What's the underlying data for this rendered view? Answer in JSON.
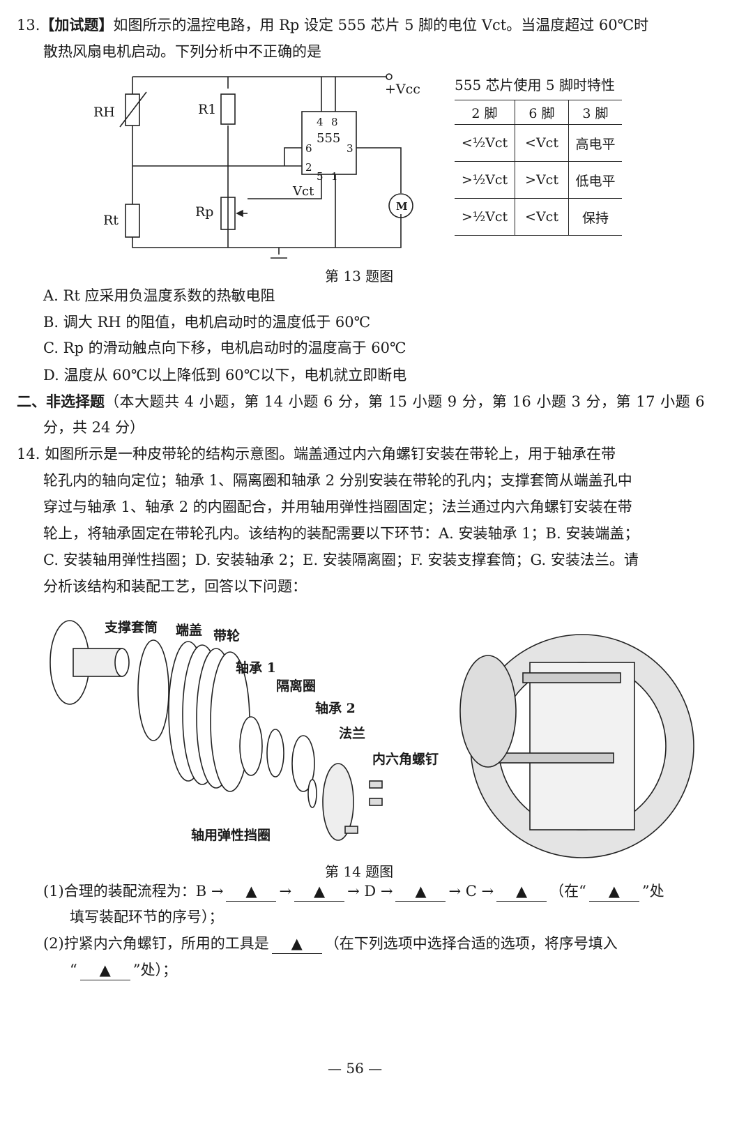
{
  "q13": {
    "number": "13.",
    "tag": "【加试题】",
    "line1": "如图所示的温控电路，用 Rp 设定 555 芯片 5 脚的电位 Vct。当温度超过 60℃时",
    "line2": "散热风扇电机启动。下列分析中不正确的是",
    "circuit": {
      "rh": "RH",
      "r1": "R1",
      "rt": "Rt",
      "rp": "Rp",
      "vcc": "+Vcc",
      "chip": "555",
      "pin4": "4",
      "pin8": "8",
      "pin6": "6",
      "pin2": "2",
      "pin3": "3",
      "pin5": "5",
      "pin1": "1",
      "vct": "Vct",
      "motor": "M"
    },
    "table": {
      "title": "555 芯片使用 5 脚时特性",
      "headers": [
        "2 脚",
        "6 脚",
        "3 脚"
      ],
      "rows": [
        [
          "<½Vct",
          "<Vct",
          "高电平"
        ],
        [
          ">½Vct",
          ">Vct",
          "低电平"
        ],
        [
          ">½Vct",
          "<Vct",
          "保持"
        ]
      ]
    },
    "caption": "第 13 题图",
    "options": [
      "A. Rt 应采用负温度系数的热敏电阻",
      "B. 调大 RH 的阻值，电机启动时的温度低于 60℃",
      "C. Rp 的滑动触点向下移，电机启动时的温度高于 60℃",
      "D. 温度从 60℃以上降低到 60℃以下，电机就立即断电"
    ]
  },
  "section2": {
    "title": "二、非选择题",
    "line1": "（本大题共 4 小题，第 14 小题 6 分，第 15 小题 9 分，第 16 小题 3 分，第 17 小题 6",
    "line2": "分，共 24 分）"
  },
  "q14": {
    "lines": [
      "14. 如图所示是一种皮带轮的结构示意图。端盖通过内六角螺钉安装在带轮上，用于轴承在带",
      "轮孔内的轴向定位；轴承 1、隔离圈和轴承 2 分别安装在带轮的孔内；支撑套筒从端盖孔中",
      "穿过与轴承 1、轴承 2 的内圈配合，并用轴用弹性挡圈固定；法兰通过内六角螺钉安装在带",
      "轮上，将轴承固定在带轮孔内。该结构的装配需要以下环节：A. 安装轴承 1；B. 安装端盖；",
      "C. 安装轴用弹性挡圈；D. 安装轴承 2；E. 安装隔离圈；F. 安装支撑套筒；G. 安装法兰。请",
      "分析该结构和装配工艺，回答以下问题："
    ],
    "labels": [
      "支撑套筒",
      "端盖",
      "带轮",
      "轴承 1",
      "隔离圈",
      "轴承 2",
      "法兰",
      "内六角螺钉",
      "轴用弹性挡圈"
    ],
    "caption": "第 14 题图",
    "sub1": {
      "a": "(1)合理的装配流程为：B →",
      "b": "→",
      "c": "→ D →",
      "d": "→ C →",
      "e": "（在“",
      "f": "”处",
      "line2": "填写装配环节的序号）；"
    },
    "sub2": {
      "a": "(2)拧紧内六角螺钉，所用的工具是",
      "b": "（在下列选项中选择合适的选项，将序号填入",
      "c": "“",
      "d": "”处）；"
    },
    "blank_mark": "▲"
  },
  "page_number": "— 56 —"
}
